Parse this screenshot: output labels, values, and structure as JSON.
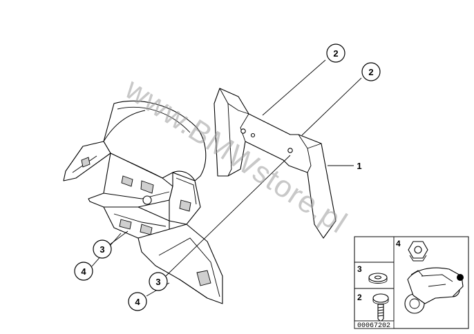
{
  "watermark": "www.BMWstore.pl",
  "drawing_number": "00067202",
  "callouts": {
    "bolt_upper_left": "2",
    "bolt_upper_right": "2",
    "bracket_main": "1",
    "washer_left": "3",
    "nut_left": "4",
    "washer_bottom": "3",
    "nut_bottom": "4"
  },
  "inset": {
    "nut_label": "4",
    "washer_label": "3",
    "bolt_label": "2"
  },
  "colors": {
    "line": "#000000",
    "watermark": "#9a9a9a",
    "fill": "#ffffff"
  }
}
